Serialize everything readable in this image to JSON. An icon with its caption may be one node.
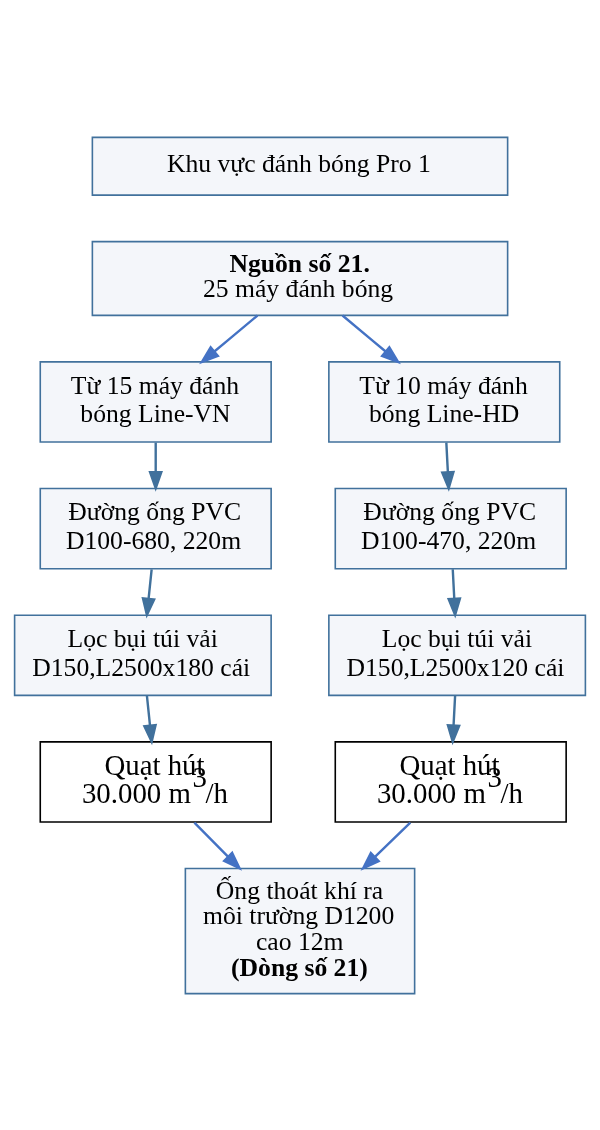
{
  "diagram": {
    "nodes": [
      {
        "text": [
          "Khu vực đánh bóng Pro 1"
        ]
      },
      {
        "text": [
          "Nguồn số 21.",
          "25 máy đánh bóng"
        ]
      },
      {
        "text": [
          "Từ 15 máy đánh bóng Line-VN"
        ]
      },
      {
        "text": [
          "Từ 10 máy đánh bóng Line-HD"
        ]
      },
      {
        "text": [
          "Đường ống PVC D100-680, 220m"
        ]
      },
      {
        "text": [
          "Đường ống PVC D100-470, 220m"
        ]
      },
      {
        "text": [
          "Lọc bụi túi vải D150,L2500x180 cái"
        ]
      },
      {
        "text": [
          "Lọc bụi túi vải D150,L2500x120 cái"
        ]
      },
      {
        "text": [
          "Quạt hút",
          "30.000 m$^{3}$/h"
        ]
      },
      {
        "text": [
          "Quạt hút",
          "30.000 m$^{3}$/h"
        ]
      },
      {
        "text": [
          "Ống thoát khí ra môi trường D1200 cao 12m",
          "(Dòng số 21)"
        ]
      }
    ],
    "edges": [
      {
        "from": 1,
        "to": 2,
        "arrow": "to",
        "color": "#4472c4"
      },
      {
        "from": 1,
        "to": 3,
        "arrow": "to",
        "color": "#4472c4"
      },
      {
        "from": 2,
        "to": 4,
        "arrow": "to"
      },
      {
        "from": 3,
        "to": 5,
        "arrow": "to"
      },
      {
        "from": 4,
        "to": 6,
        "arrow": "to"
      },
      {
        "from": 5,
        "to": 7,
        "arrow": "to"
      },
      {
        "from": 6,
        "to": 8,
        "arrow": "to"
      },
      {
        "from": 7,
        "to": 9,
        "arrow": "to"
      },
      {
        "from": 8,
        "to": 10,
        "arrow": "to",
        "color": "#4472c4"
      },
      {
        "from": 9,
        "to": 10,
        "arrow": "to",
        "color": "#4472c4"
      }
    ]
  }
}
